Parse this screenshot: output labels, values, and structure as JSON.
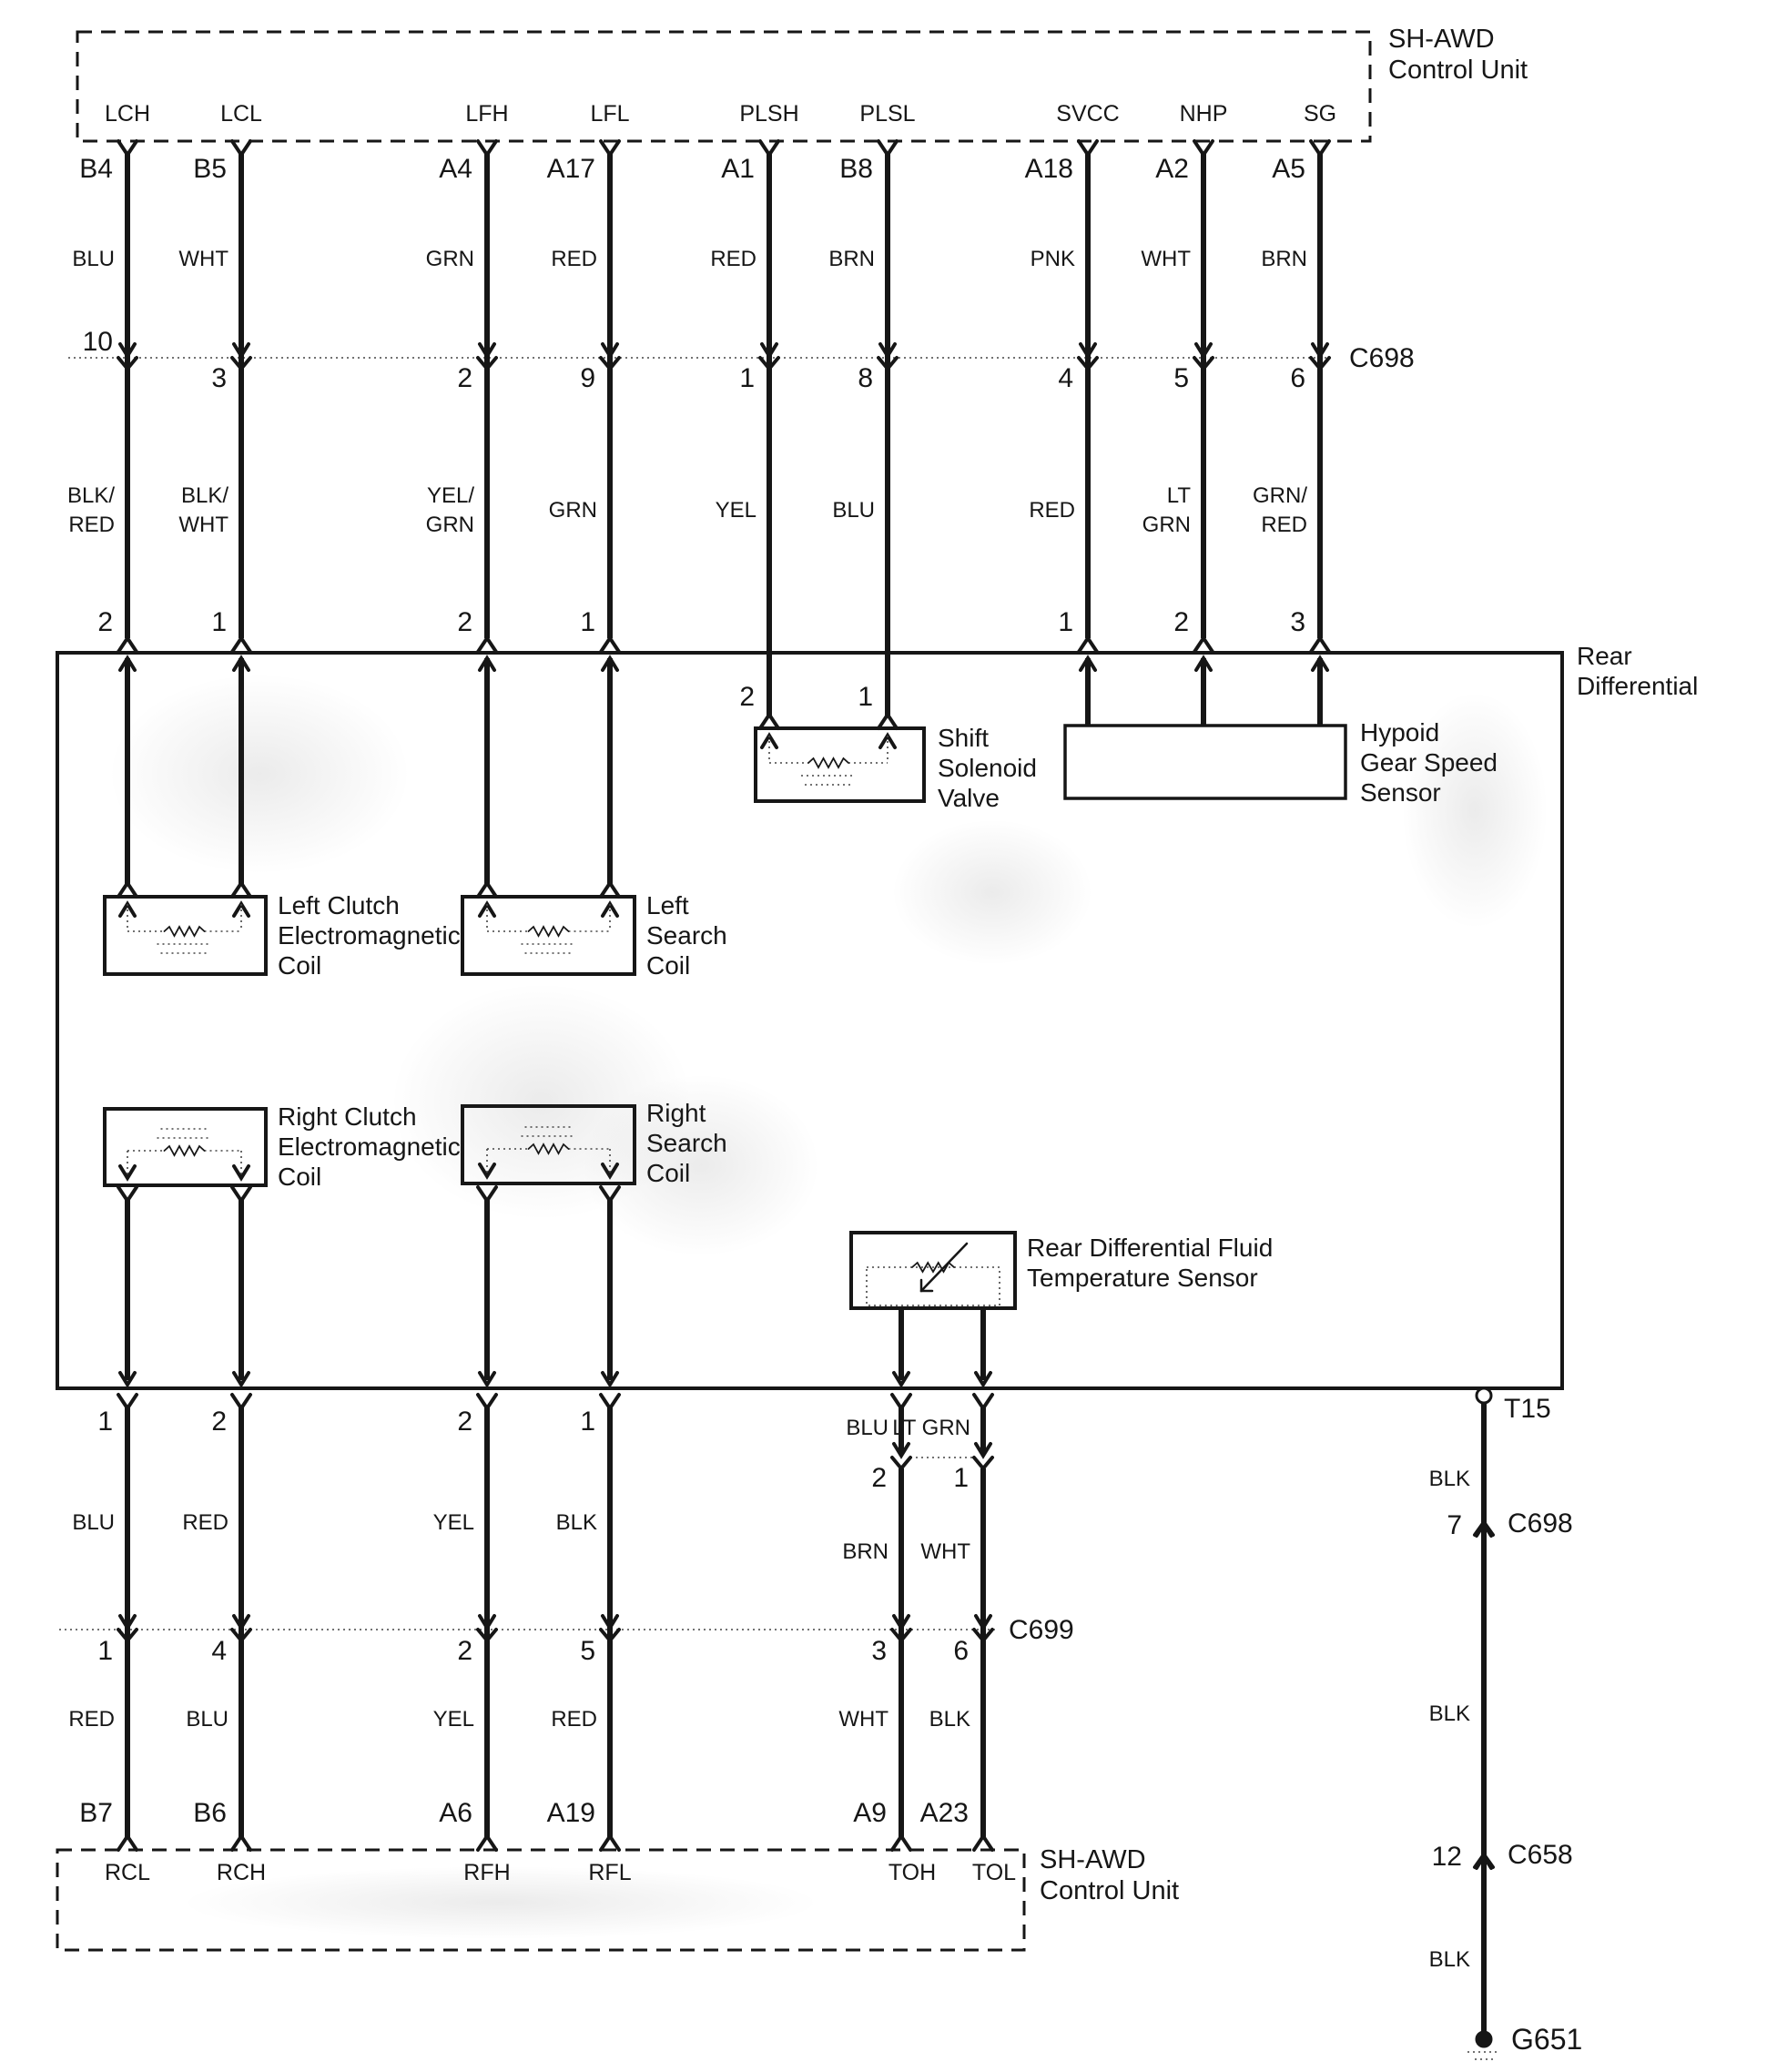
{
  "ink": "#161616",
  "top_unit": {
    "name_line1": "SH-AWD",
    "name_line2": "Control Unit"
  },
  "bottom_unit": {
    "name_line1": "SH-AWD",
    "name_line2": "Control Unit"
  },
  "rear_differential": {
    "name_line1": "Rear",
    "name_line2": "Differential"
  },
  "connectors": {
    "c698_top": "C698",
    "c699": "C699",
    "t15": "T15",
    "ground_blk_1": "BLK",
    "c698_ground_pin": "7",
    "c698_ground": "C698",
    "ground_blk_2": "BLK",
    "c658_pin": "12",
    "c658": "C658",
    "ground_blk_3": "BLK",
    "ground_id": "G651"
  },
  "top_columns": [
    {
      "pin_name": "LCH",
      "terminal": "B4",
      "wire_color_upper": "BLU",
      "c698_pin": "10",
      "wire_color_lower": [
        "BLK/",
        "RED"
      ],
      "diff_pin": "2"
    },
    {
      "pin_name": "LCL",
      "terminal": "B5",
      "wire_color_upper": "WHT",
      "c698_pin": "3",
      "wire_color_lower": [
        "BLK/",
        "WHT"
      ],
      "diff_pin": "1"
    },
    {
      "pin_name": "LFH",
      "terminal": "A4",
      "wire_color_upper": "GRN",
      "c698_pin": "2",
      "wire_color_lower": [
        "YEL/",
        "GRN"
      ],
      "diff_pin": "2"
    },
    {
      "pin_name": "LFL",
      "terminal": "A17",
      "wire_color_upper": "RED",
      "c698_pin": "9",
      "wire_color_lower": [
        "GRN"
      ],
      "diff_pin": "1"
    },
    {
      "pin_name": "PLSH",
      "terminal": "A1",
      "wire_color_upper": "RED",
      "c698_pin": "1",
      "wire_color_lower": [
        "YEL"
      ],
      "diff_pin": "2"
    },
    {
      "pin_name": "PLSL",
      "terminal": "B8",
      "wire_color_upper": "BRN",
      "c698_pin": "8",
      "wire_color_lower": [
        "BLU"
      ],
      "diff_pin": "1"
    },
    {
      "pin_name": "SVCC",
      "terminal": "A18",
      "wire_color_upper": "PNK",
      "c698_pin": "4",
      "wire_color_lower": [
        "RED"
      ],
      "diff_pin": "1"
    },
    {
      "pin_name": "NHP",
      "terminal": "A2",
      "wire_color_upper": "WHT",
      "c698_pin": "5",
      "wire_color_lower": [
        "LT",
        "GRN"
      ],
      "diff_pin": "2"
    },
    {
      "pin_name": "SG",
      "terminal": "A5",
      "wire_color_upper": "BRN",
      "c698_pin": "6",
      "wire_color_lower": [
        "GRN/",
        "RED"
      ],
      "diff_pin": "3"
    }
  ],
  "bottom_columns": [
    {
      "diff_pin": "1",
      "wire_color_upper": "BLU",
      "c699_pin": "1",
      "wire_color_lower": "RED",
      "terminal": "B7",
      "pin_name": "RCL"
    },
    {
      "diff_pin": "2",
      "wire_color_upper": "RED",
      "c699_pin": "4",
      "wire_color_lower": "BLU",
      "terminal": "B6",
      "pin_name": "RCH"
    },
    {
      "diff_pin": "2",
      "wire_color_upper": "YEL",
      "c699_pin": "2",
      "wire_color_lower": "YEL",
      "terminal": "A6",
      "pin_name": "RFH"
    },
    {
      "diff_pin": "1",
      "wire_color_upper": "BLK",
      "c699_pin": "5",
      "wire_color_lower": "RED",
      "terminal": "A19",
      "pin_name": "RFL"
    }
  ],
  "temp_columns": [
    {
      "wire_color_sensor": "BLU",
      "sensor_pin": "2",
      "wire_color_mid": "BRN",
      "c699_pin": "3",
      "wire_color_lower": "WHT",
      "terminal": "A9",
      "pin_name": "TOH"
    },
    {
      "wire_color_sensor": "LT GRN",
      "sensor_pin": "1",
      "wire_color_mid": "WHT",
      "c699_pin": "6",
      "wire_color_lower": "BLK",
      "terminal": "A23",
      "pin_name": "TOL"
    }
  ],
  "components": {
    "shift_solenoid_valve": {
      "lines": [
        "Shift",
        "Solenoid",
        "Valve"
      ]
    },
    "hypoid_gear_speed_sensor": {
      "lines": [
        "Hypoid",
        "Gear Speed",
        "Sensor"
      ]
    },
    "left_clutch_coil": {
      "lines": [
        "Left Clutch",
        "Electromagnetic",
        "Coil"
      ]
    },
    "left_search_coil": {
      "lines": [
        "Left",
        "Search",
        "Coil"
      ]
    },
    "right_clutch_coil": {
      "lines": [
        "Right Clutch",
        "Electromagnetic",
        "Coil"
      ]
    },
    "right_search_coil": {
      "lines": [
        "Right",
        "Search",
        "Coil"
      ]
    },
    "temp_sensor": {
      "lines": [
        "Rear Differential Fluid",
        "Temperature Sensor"
      ]
    }
  }
}
